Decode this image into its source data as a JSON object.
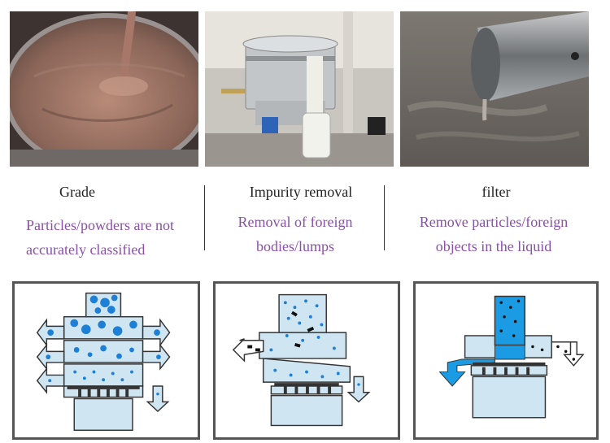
{
  "columns": [
    {
      "photo_icon": "slurry-tank-photo",
      "title": "Grade",
      "description_lines": [
        "Particles/powders are not",
        "accurately classified"
      ]
    },
    {
      "photo_icon": "vibrating-sieve-machine-photo",
      "title": "Impurity removal",
      "description_lines": [
        "Removal of foreign",
        "bodies/lumps"
      ]
    },
    {
      "photo_icon": "liquid-outlet-pipe-photo",
      "title": "filter",
      "description_lines": [
        "Remove particles/foreign",
        "objects in the liquid"
      ]
    }
  ],
  "colors": {
    "description_text": "#8a4fa8",
    "machine_fill": "#cfe6f2",
    "particle_blue": "#1e7fd6",
    "liquid_blue": "#1b9be3",
    "impurity_black": "#111111",
    "frame_border": "#555555"
  }
}
